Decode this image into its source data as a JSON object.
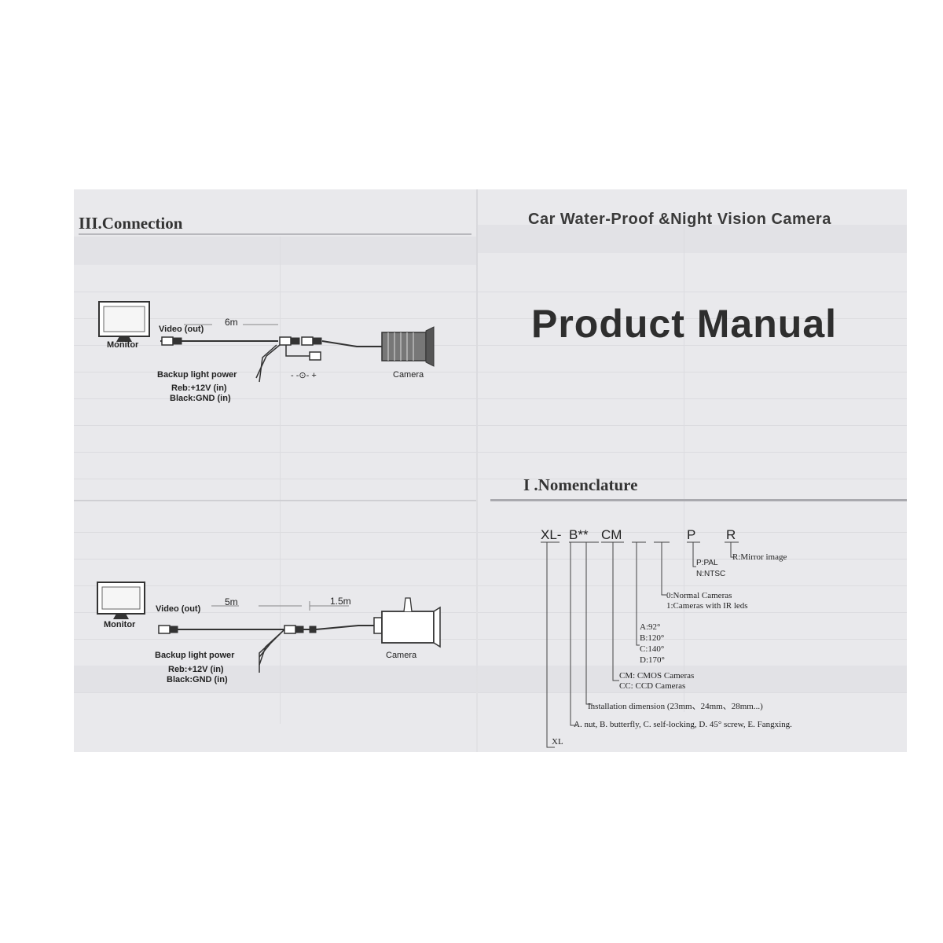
{
  "left_page": {
    "section_title": "III.Connection",
    "diagram1": {
      "monitor_label": "Monitor",
      "video_label": "Video (out)",
      "distance": "6m",
      "camera_label": "Camera",
      "power_label": "Backup light power",
      "red_label": "Reb:+12V (in)",
      "black_label": "Black:GND (in)",
      "polarity": "- -⊙- +"
    },
    "diagram2": {
      "monitor_label": "Monitor",
      "video_label": "Video (out)",
      "distance_main": "5m",
      "distance_ext": "1.5m",
      "camera_label": "Camera",
      "power_label": "Backup light power",
      "red_label": "Reb:+12V (in)",
      "black_label": "Black:GND (in)"
    }
  },
  "right_page": {
    "product_line": "Car Water-Proof &Night Vision Camera",
    "title": "Product Manual",
    "section_title": "I .Nomenclature",
    "code_parts": {
      "xl": "XL-",
      "b": "B**",
      "cm": "CM",
      "p": "P",
      "r": "R"
    },
    "legend": {
      "mirror": "R:Mirror image",
      "pal": "P:PAL",
      "ntsc": "N:NTSC",
      "normal": "0:Normal Cameras",
      "ir": "1:Cameras with IR leds",
      "a92": "A:92°",
      "b120": "B:120°",
      "c140": "C:140°",
      "d170": "D:170°",
      "cmos": "CM: CMOS Cameras",
      "ccd": "CC: CCD Cameras",
      "install": "Installation dimension (23mm、24mm、28mm...)",
      "mount": "A. nut, B. butterfly, C. self-locking, D. 45° screw, E. Fangxing.",
      "xl": "XL"
    }
  }
}
